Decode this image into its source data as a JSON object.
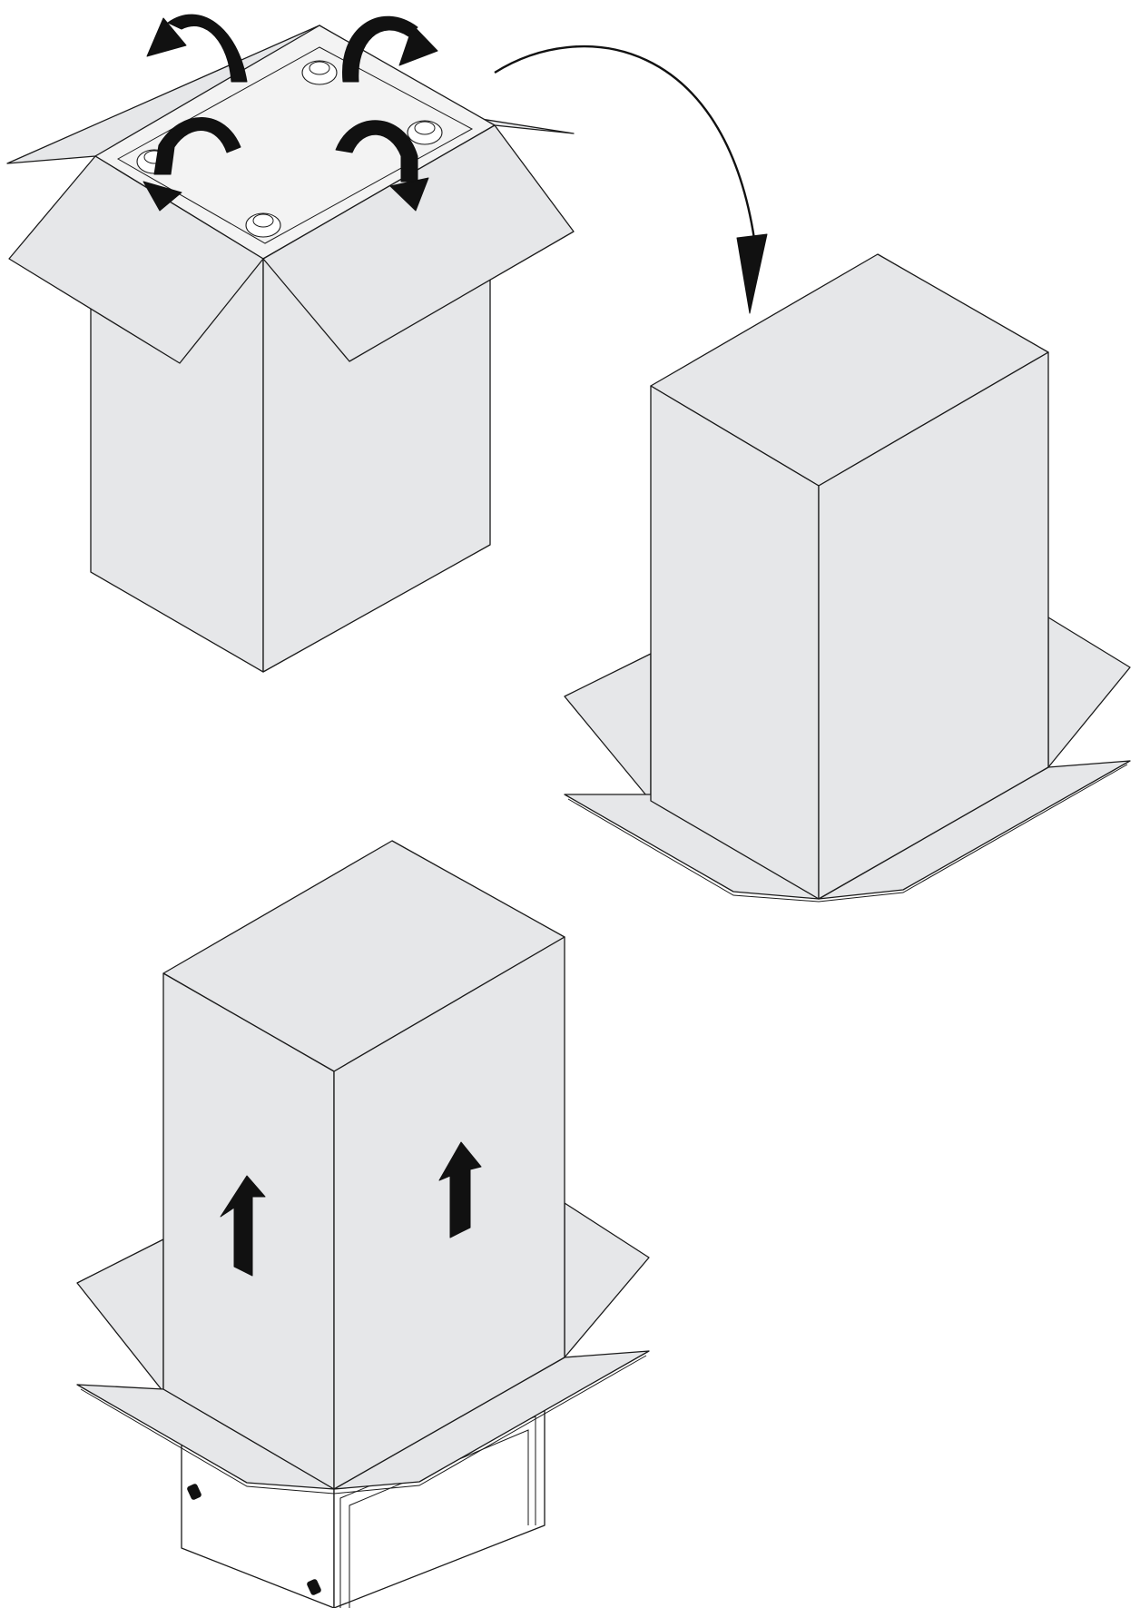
{
  "diagram": {
    "steps": [
      {
        "id": "step-1",
        "description_visible": "",
        "icon": "open-box-with-flaps-and-rotation-arrows"
      },
      {
        "id": "step-2",
        "description_visible": "",
        "icon": "inverted-box-with-open-flaps"
      },
      {
        "id": "step-3",
        "description_visible": "",
        "icon": "lift-box-off-unit-with-up-arrows"
      }
    ],
    "connector": {
      "icon": "curved-arrow-down"
    }
  },
  "colors": {
    "box_fill": "#e6e7e9",
    "box_fill_light": "#eceded",
    "outline": "#1a1a1a",
    "arrow": "#111111",
    "background": "#ffffff"
  }
}
